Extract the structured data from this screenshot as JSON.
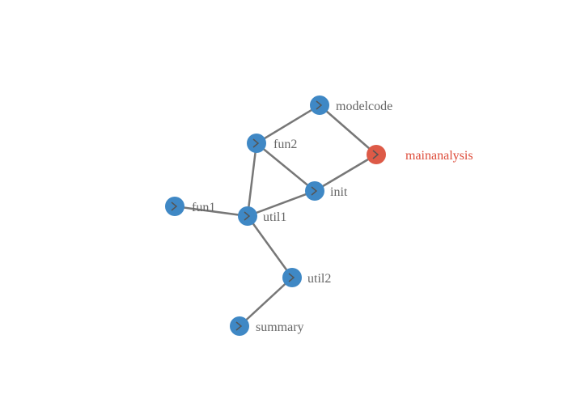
{
  "graph": {
    "colors": {
      "node": "#3f88c5",
      "highlight": "#dd5a47",
      "edge": "#777777",
      "label": "#666666",
      "highlight_label": "#dd4b39"
    },
    "nodes": [
      {
        "id": "modelcode",
        "label": "modelcode",
        "highlight": false
      },
      {
        "id": "fun2",
        "label": "fun2",
        "highlight": false
      },
      {
        "id": "mainanalysis",
        "label": "mainanalysis",
        "highlight": true
      },
      {
        "id": "init",
        "label": "init",
        "highlight": false
      },
      {
        "id": "fun1",
        "label": "fun1",
        "highlight": false
      },
      {
        "id": "util1",
        "label": "util1",
        "highlight": false
      },
      {
        "id": "util2",
        "label": "util2",
        "highlight": false
      },
      {
        "id": "summary",
        "label": "summary",
        "highlight": false
      }
    ],
    "edges": [
      {
        "source": "fun2",
        "target": "modelcode"
      },
      {
        "source": "modelcode",
        "target": "mainanalysis"
      },
      {
        "source": "fun2",
        "target": "init"
      },
      {
        "source": "init",
        "target": "mainanalysis"
      },
      {
        "source": "util1",
        "target": "fun2"
      },
      {
        "source": "util1",
        "target": "init"
      },
      {
        "source": "fun1",
        "target": "util1"
      },
      {
        "source": "util1",
        "target": "util2"
      },
      {
        "source": "util2",
        "target": "summary"
      }
    ]
  }
}
